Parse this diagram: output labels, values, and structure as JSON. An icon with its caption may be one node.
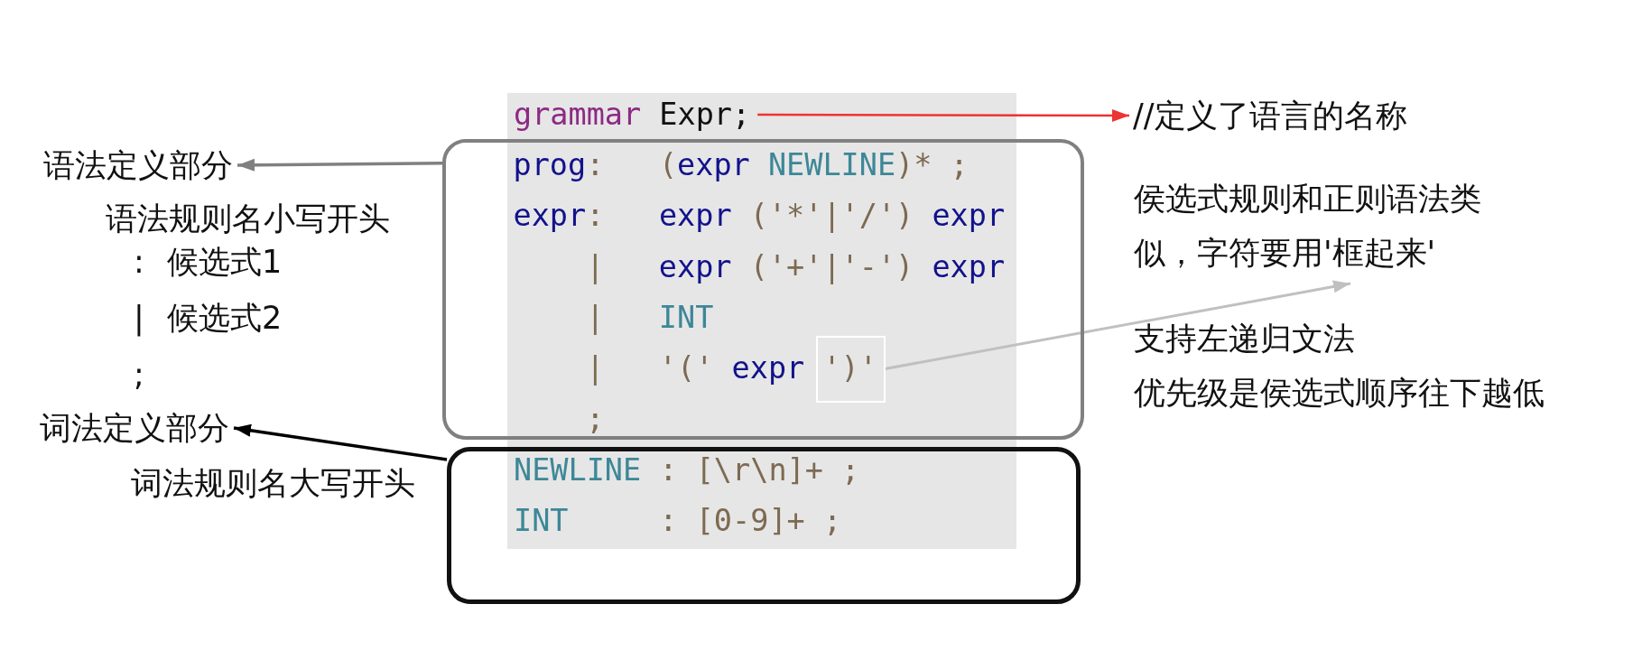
{
  "diagram": {
    "nodes": [
      {
        "text": [
          "grammar Expr;"
        ]
      },
      {
        "text": [
          "prog:   (expr NEWLINE)* ;",
          "expr:   expr ('*'|'/') expr",
          "|   expr ('+'|'-') expr",
          "|   INT",
          "|   '(' expr ')'",
          ";"
        ]
      },
      {
        "text": [],
        "shape": "box",
        "in": 1
      },
      {
        "text": [
          "NEWLINE : [\\r\\n]+ ;",
          "INT     : [0-9]+ ;"
        ]
      },
      {
        "text": [
          "语法定义部分"
        ]
      },
      {
        "text": [
          "词法定义部分"
        ]
      },
      {
        "text": [
          "//定义了语言的名称"
        ]
      },
      {
        "text": [
          "侯选式规则和正则语法类似，字符要用'框起来'"
        ]
      }
    ],
    "edges": [
      {
        "from": 0,
        "to": 6,
        "arrow": "to",
        "color": "#ee3333"
      },
      {
        "from": 1,
        "to": 4,
        "arrow": "to",
        "color": "#808080"
      },
      {
        "from": 3,
        "to": 5,
        "arrow": "to",
        "color": "#000000"
      },
      {
        "from": 2,
        "to": 7,
        "arrow": "to",
        "color": "#c0c0c0"
      }
    ],
    "labels": [
      "语法规则名小写开头",
      ": 候选式1",
      "| 候选式2",
      ";",
      "词法规则名大写开头",
      "支持左递归文法",
      "优先级是侯选式顺序往下越低"
    ]
  }
}
